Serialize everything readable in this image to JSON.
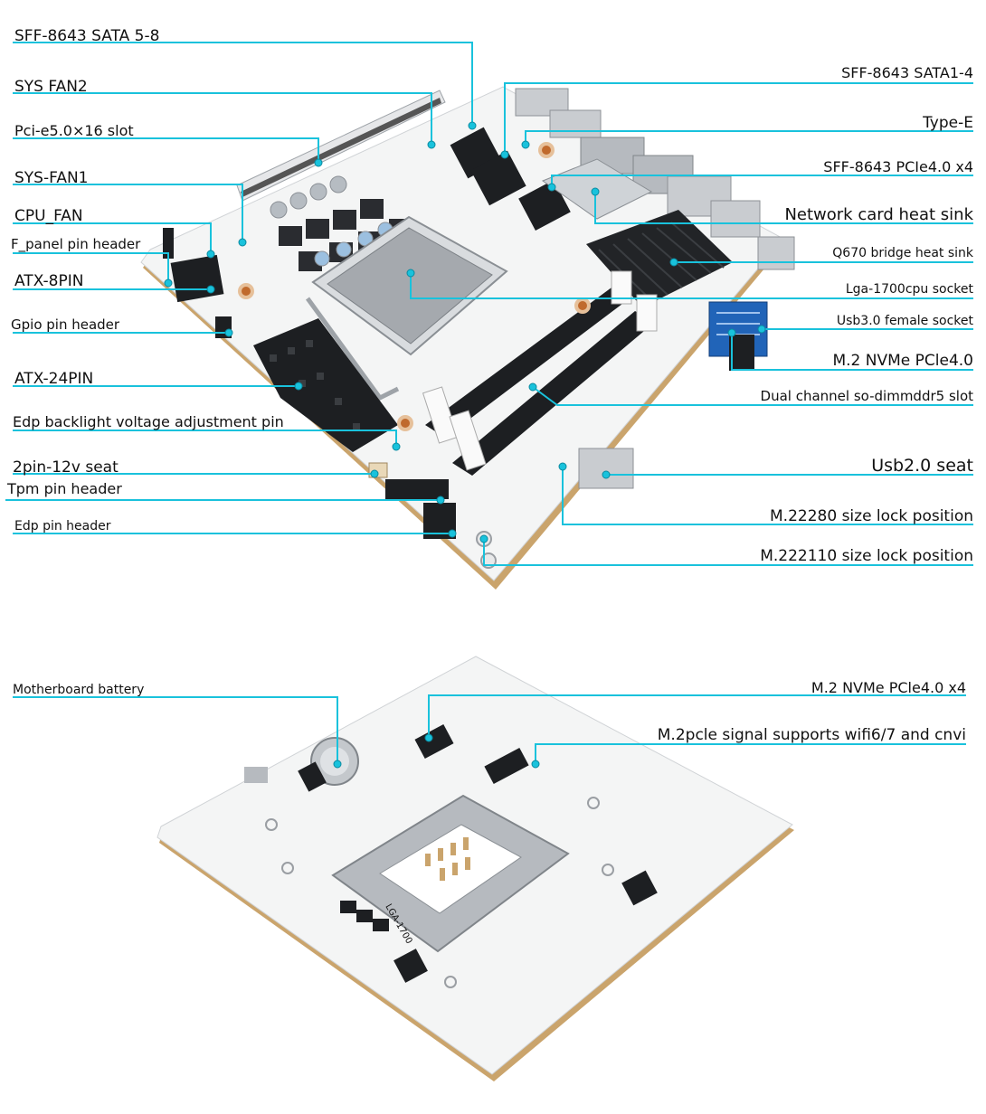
{
  "colors": {
    "leader": "#19c2dc",
    "board": "#f3f4f4",
    "board_edge": "#c7a46e",
    "component_dark": "#1d1f22",
    "metal": "#b9bdc2"
  },
  "top_board_labels": {
    "left": [
      "SFF-8643 SATA 5-8",
      "SYS FAN2",
      "Pci-e5.0×16 slot",
      "SYS-FAN1",
      "CPU_FAN",
      "F_panel pin header",
      "ATX-8PIN",
      "Gpio pin header",
      "ATX-24PIN",
      "Edp backlight voltage adjustment pin",
      "2pin-12v seat",
      "Tpm pin header",
      "Edp pin header"
    ],
    "right": [
      "SFF-8643 SATA1-4",
      "Type-E",
      "SFF-8643 PCIe4.0 x4",
      "Network card heat sink",
      "Q670 bridge heat sink",
      "Lga-1700cpu socket",
      "Usb3.0 female socket",
      "M.2 NVMe PCle4.0",
      "Dual channel so-dimmddr5 slot",
      "Usb2.0 seat",
      "M.22280 size lock position",
      "M.222110 size lock position"
    ]
  },
  "bottom_board_labels": {
    "left": [
      "Motherboard battery"
    ],
    "right": [
      "M.2 NVMe PCle4.0 x4",
      "M.2pcle signal supports wifi6/7 and cnvi"
    ]
  },
  "board_markings": {
    "socket_back_text": "LGA-1700"
  }
}
